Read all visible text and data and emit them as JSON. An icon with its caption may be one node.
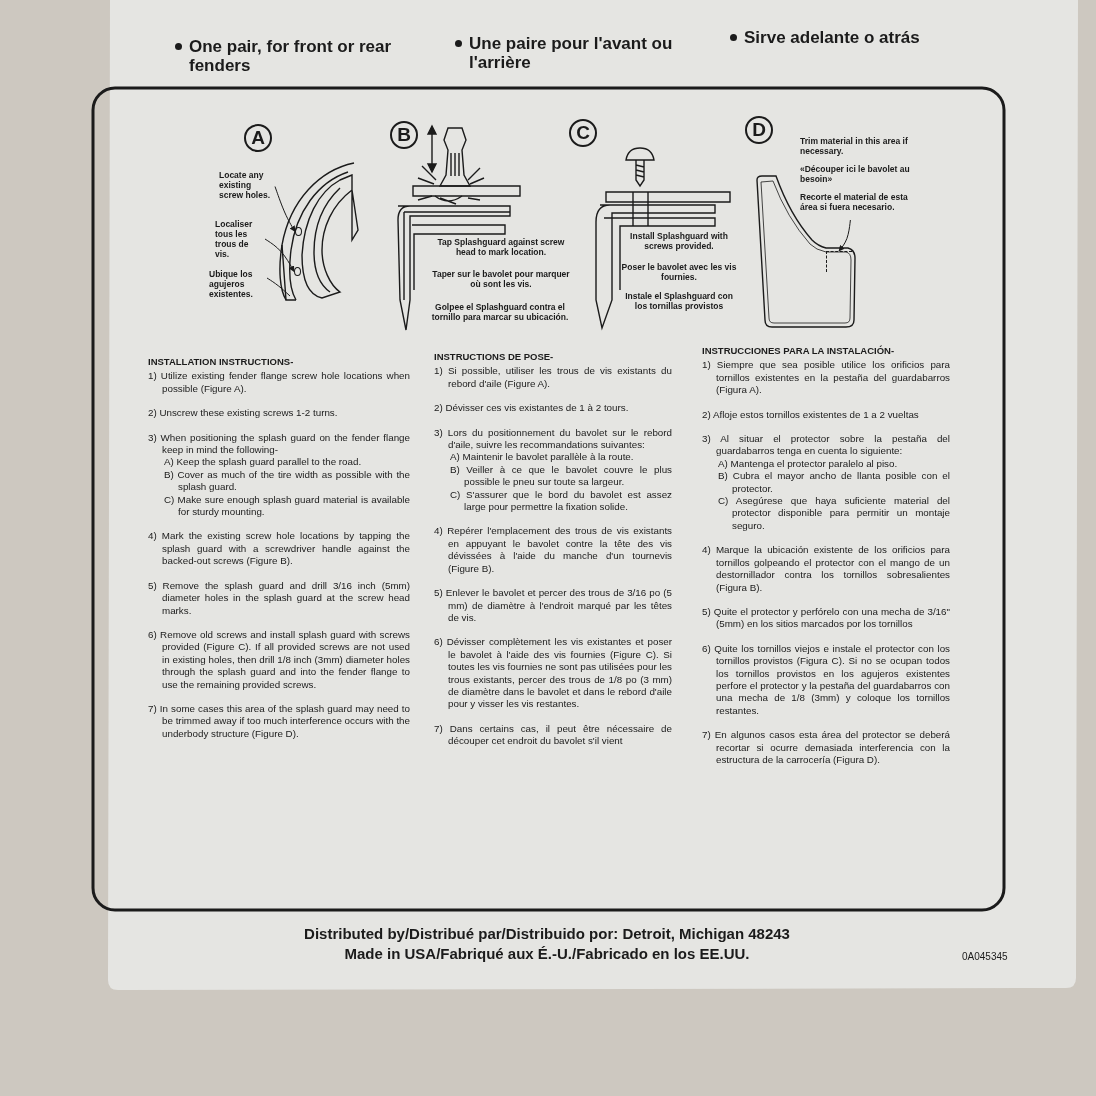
{
  "diagram": {
    "nodes": [
      {
        "text": [
          "Locate any existing screw holes."
        ]
      },
      {
        "text": [
          "Localiser tous les trous de vis."
        ]
      },
      {
        "text": [
          "Ubique los agujeros existentes."
        ]
      },
      {
        "text": [],
        "shape": "circle"
      },
      {
        "text": [],
        "shape": "circle"
      },
      {
        "text": [
          "Trim material in this area if necessary.",
          "«Découper ici le bavolet au besoin»",
          "Recorte el material de esta área si fuera necesario."
        ]
      },
      {
        "text": [],
        "shape": "box"
      }
    ],
    "edges": [
      {
        "from": 0,
        "to": 3,
        "arrow": "to"
      },
      {
        "from": 1,
        "to": 4,
        "arrow": "to"
      },
      {
        "from": 2,
        "to": null,
        "arrow": "none"
      },
      {
        "from": 5,
        "to": 6,
        "arrow": "to"
      }
    ],
    "labels": [
      "One pair, for front or rear fenders",
      "Une paire pour l'avant ou l'arrière",
      "Sirve adelante o atrás",
      "A",
      "B",
      "C",
      "D",
      "Tap Splashguard against screw head to mark location.",
      "Taper sur le bavolet pour marquer où sont les vis.",
      "Golpee el Splashguard contra el tornillo para marcar su ubicación.",
      "Install Splashguard with screws provided.",
      "Poser le bavolet avec les vis fournies.",
      "Instale el Splashguard con los tornillas provistos",
      "INSTALLATION INSTRUCTIONS-",
      "1) Utilize existing fender flange screw hole locations when possible (Figure A).",
      "2) Unscrew these existing screws 1-2 turns.",
      "3) When positioning the splash guard on the fender flange keep in mind the following-",
      "A) Keep the splash guard parallel to the road.",
      "B) Cover as much of the tire width as possible with the splash guard.",
      "C) Make sure enough splash guard material is available for sturdy mounting.",
      "4) Mark the existing screw hole locations by tapping the splash guard with a screwdriver handle against the backed-out screws (Figure B).",
      "5) Remove the splash guard and drill 3/16 inch (5mm) diameter holes in the splash guard at the screw head marks.",
      "6) Remove old screws and install splash guard with screws provided (Figure C). If all provided screws are not used in existing holes, then drill 1/8 inch (3mm) diameter holes through the splash guard and into the fender flange to use the remaining provided screws.",
      "7) In some cases this area of the splash guard may need to be trimmed away if too much interference occurs with the underbody structure (Figure D).",
      "INSTRUCTIONS DE POSE-",
      "1) Si possible, utiliser les trous de vis existants du rebord d'aile (Figure A).",
      "2) Dévisser ces vis existantes de 1 à 2 tours.",
      "3) Lors du positionnement du bavolet sur le rebord d'aile, suivre les recommandations suivantes:",
      "A) Maintenir le bavolet parallèle à la route.",
      "B) Veiller à ce que le bavolet couvre le plus possible le pneu sur toute sa largeur.",
      "C) S'assurer que le bord du bavolet est assez large pour permettre la fixation solide.",
      "4) Repérer l'emplacement des trous de vis existants en appuyant le bavolet contre la tête des vis dévissées à l'aide du manche d'un tournevis (Figure B).",
      "5) Enlever le bavolet et percer des trous de 3/16 po (5 mm) de diamètre à l'endroit marqué par les têtes de vis.",
      "6) Dévisser complètement les vis existantes et poser le bavolet à l'aide des vis fournies (Figure C). Si toutes les vis fournies ne sont pas utilisées pour les trous existants, percer des trous de 1/8 po (3 mm) de diamètre dans le bavolet et dans le rebord d'aile pour y visser les vis restantes.",
      "7) Dans certains cas, il peut être nécessaire de découper cet endroit du bavolet s'il vient",
      "INSTRUCCIONES PARA LA INSTALACIÓN-",
      "1) Siempre que sea posible utilice los orificios para tornillos existentes en la pestaña del guardabarros (Figura A).",
      "2) Afloje estos tornillos existentes de 1 a 2 vueltas",
      "3) Al situar el protector sobre la pestaña del guardabarros tenga en cuenta lo siguiente:",
      "A) Mantenga el protector paralelo al piso.",
      "B) Cubra el mayor ancho de llanta posible con el protector.",
      "C) Asegúrese que haya suficiente material del protector disponible para permitir un montaje seguro.",
      "4) Marque la ubicación existente de los orificios para tornillos golpeando el protector con el mango de un destornillador contra los tornillos sobresalientes (Figura B).",
      "5) Quite el protector y perfórelo con una mecha de 3/16\" (5mm) en los sitios marcados por los tornillos",
      "6) Quite los tornillos viejos e instale el protector con los tornillos provistos (Figura C). Si no se ocupan todos los tornillos provistos en los agujeros existentes perfore el protector y la pestaña del guardabarros con una mecha de 1/8 (3mm) y coloque los tornillos restantes.",
      "7) En algunos casos esta área del protector se deberá recortar si ocurre demasiada interferencia con la estructura de la carrocería (Figura D).",
      "Distributed by/Distribué par/Distribuido por: Detroit, Michigan 48243",
      "Made in USA/Fabriqué aux É.-U./Fabricado en los EE.UU.",
      "0A045345"
    ]
  }
}
